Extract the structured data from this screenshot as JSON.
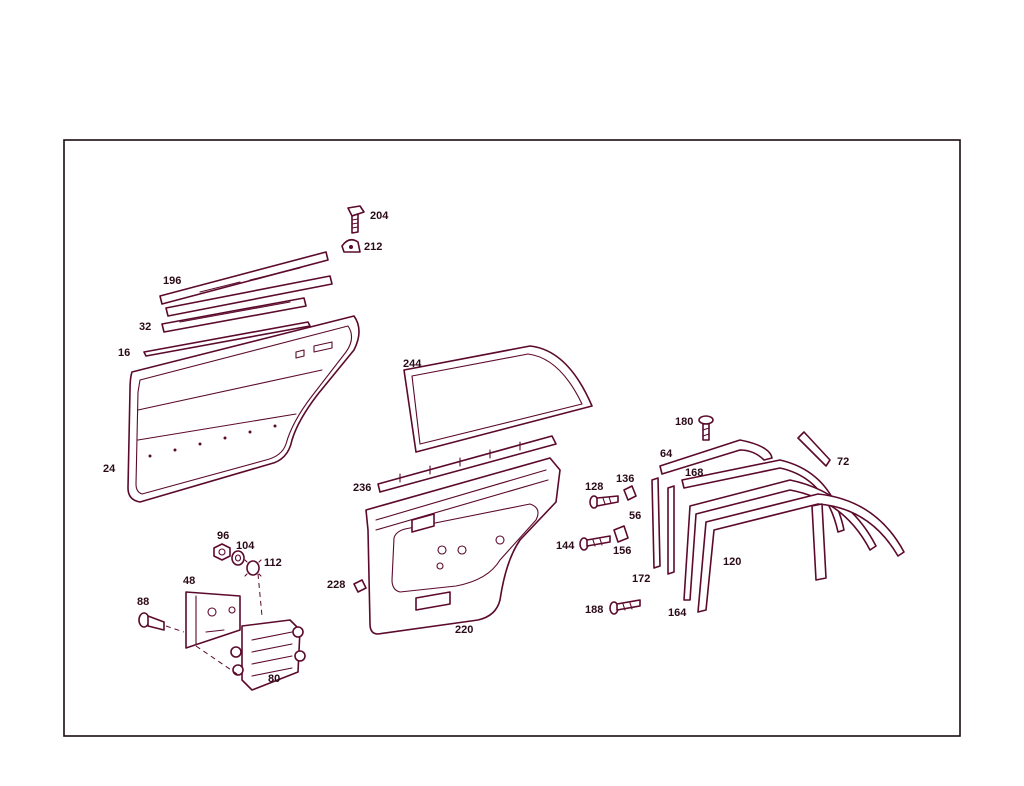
{
  "colors": {
    "line": "#5b0a2c",
    "label": "#2a0a18",
    "frame": "#1a0d14",
    "background": "#ffffff"
  },
  "callouts": {
    "c204": "204",
    "c212": "212",
    "c196": "196",
    "c32": "32",
    "c16": "16",
    "c24": "24",
    "c244": "244",
    "c236": "236",
    "c220": "220",
    "c228": "228",
    "c96": "96",
    "c104": "104",
    "c112": "112",
    "c48": "48",
    "c88": "88",
    "c80": "80",
    "c180": "180",
    "c64": "64",
    "c72": "72",
    "c168": "168",
    "c128": "128",
    "c136": "136",
    "c56": "56",
    "c144": "144",
    "c156": "156",
    "c172": "172",
    "c120": "120",
    "c188": "188",
    "c164": "164"
  }
}
